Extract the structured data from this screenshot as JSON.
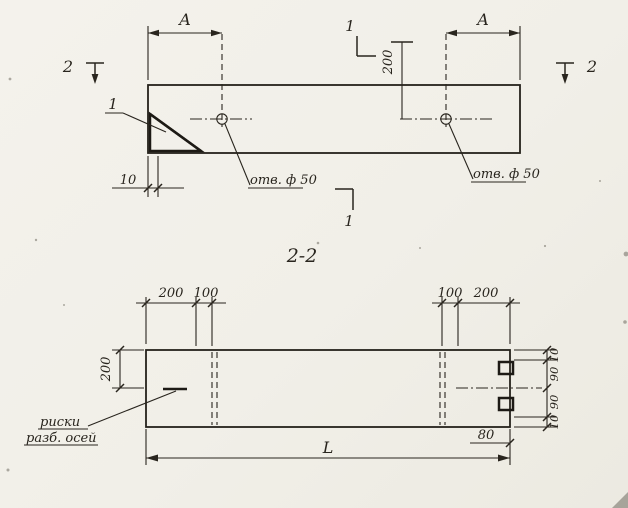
{
  "colors": {
    "ink": "#29251e",
    "paper": "#f2f0e8"
  },
  "plan_view": {
    "dim_A_left": "A",
    "dim_A_right": "A",
    "dim_200_vertical": "200",
    "dim_10": "10",
    "hole_left_label": "отв. ф 50",
    "hole_right_label": "отв. ф 50",
    "section_mark_1_top": "1",
    "section_mark_1_bottom": "1",
    "section_mark_2_left": "2",
    "section_mark_2_right": "2",
    "detail_mark_1": "1"
  },
  "section_view": {
    "title": "2-2",
    "dim_top_left_200": "200",
    "dim_top_left_100": "100",
    "dim_top_right_100": "100",
    "dim_top_right_200": "200",
    "dim_left_200": "200",
    "dim_right_10_top": "10",
    "dim_right_90_upper": "90",
    "dim_right_90_lower": "90",
    "dim_right_10_bottom": "10",
    "dim_80": "80",
    "dim_length_L": "L",
    "note_line1": "риски",
    "note_line2": "разб. осей"
  }
}
